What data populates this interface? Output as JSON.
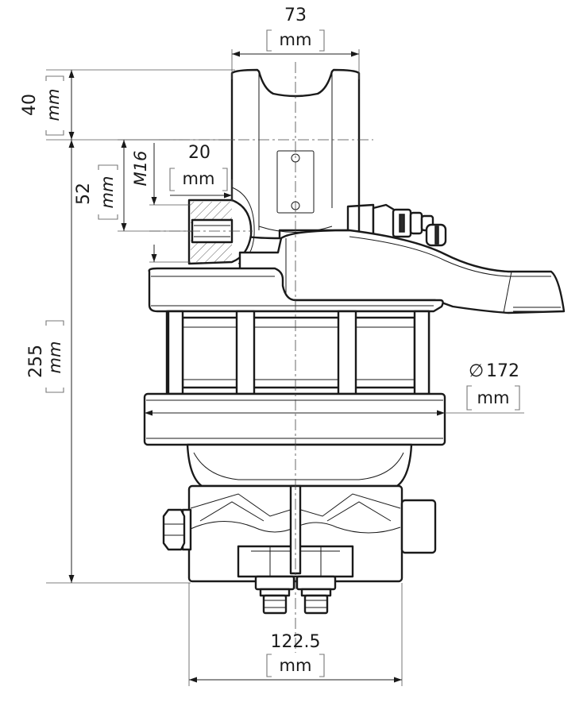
{
  "dimensions": {
    "top_width": {
      "value": "73",
      "unit": "mm"
    },
    "top_height": {
      "value": "40",
      "unit": "mm"
    },
    "thread": {
      "value": "M16"
    },
    "thread_offset": {
      "value": "20",
      "unit": "mm"
    },
    "mount_height": {
      "value": "52",
      "unit": "mm"
    },
    "total_height": {
      "value": "255",
      "unit": "mm"
    },
    "diameter": {
      "symbol": "∅",
      "value": "172",
      "unit": "mm"
    },
    "bottom_width": {
      "value": "122.5",
      "unit": "mm"
    }
  }
}
